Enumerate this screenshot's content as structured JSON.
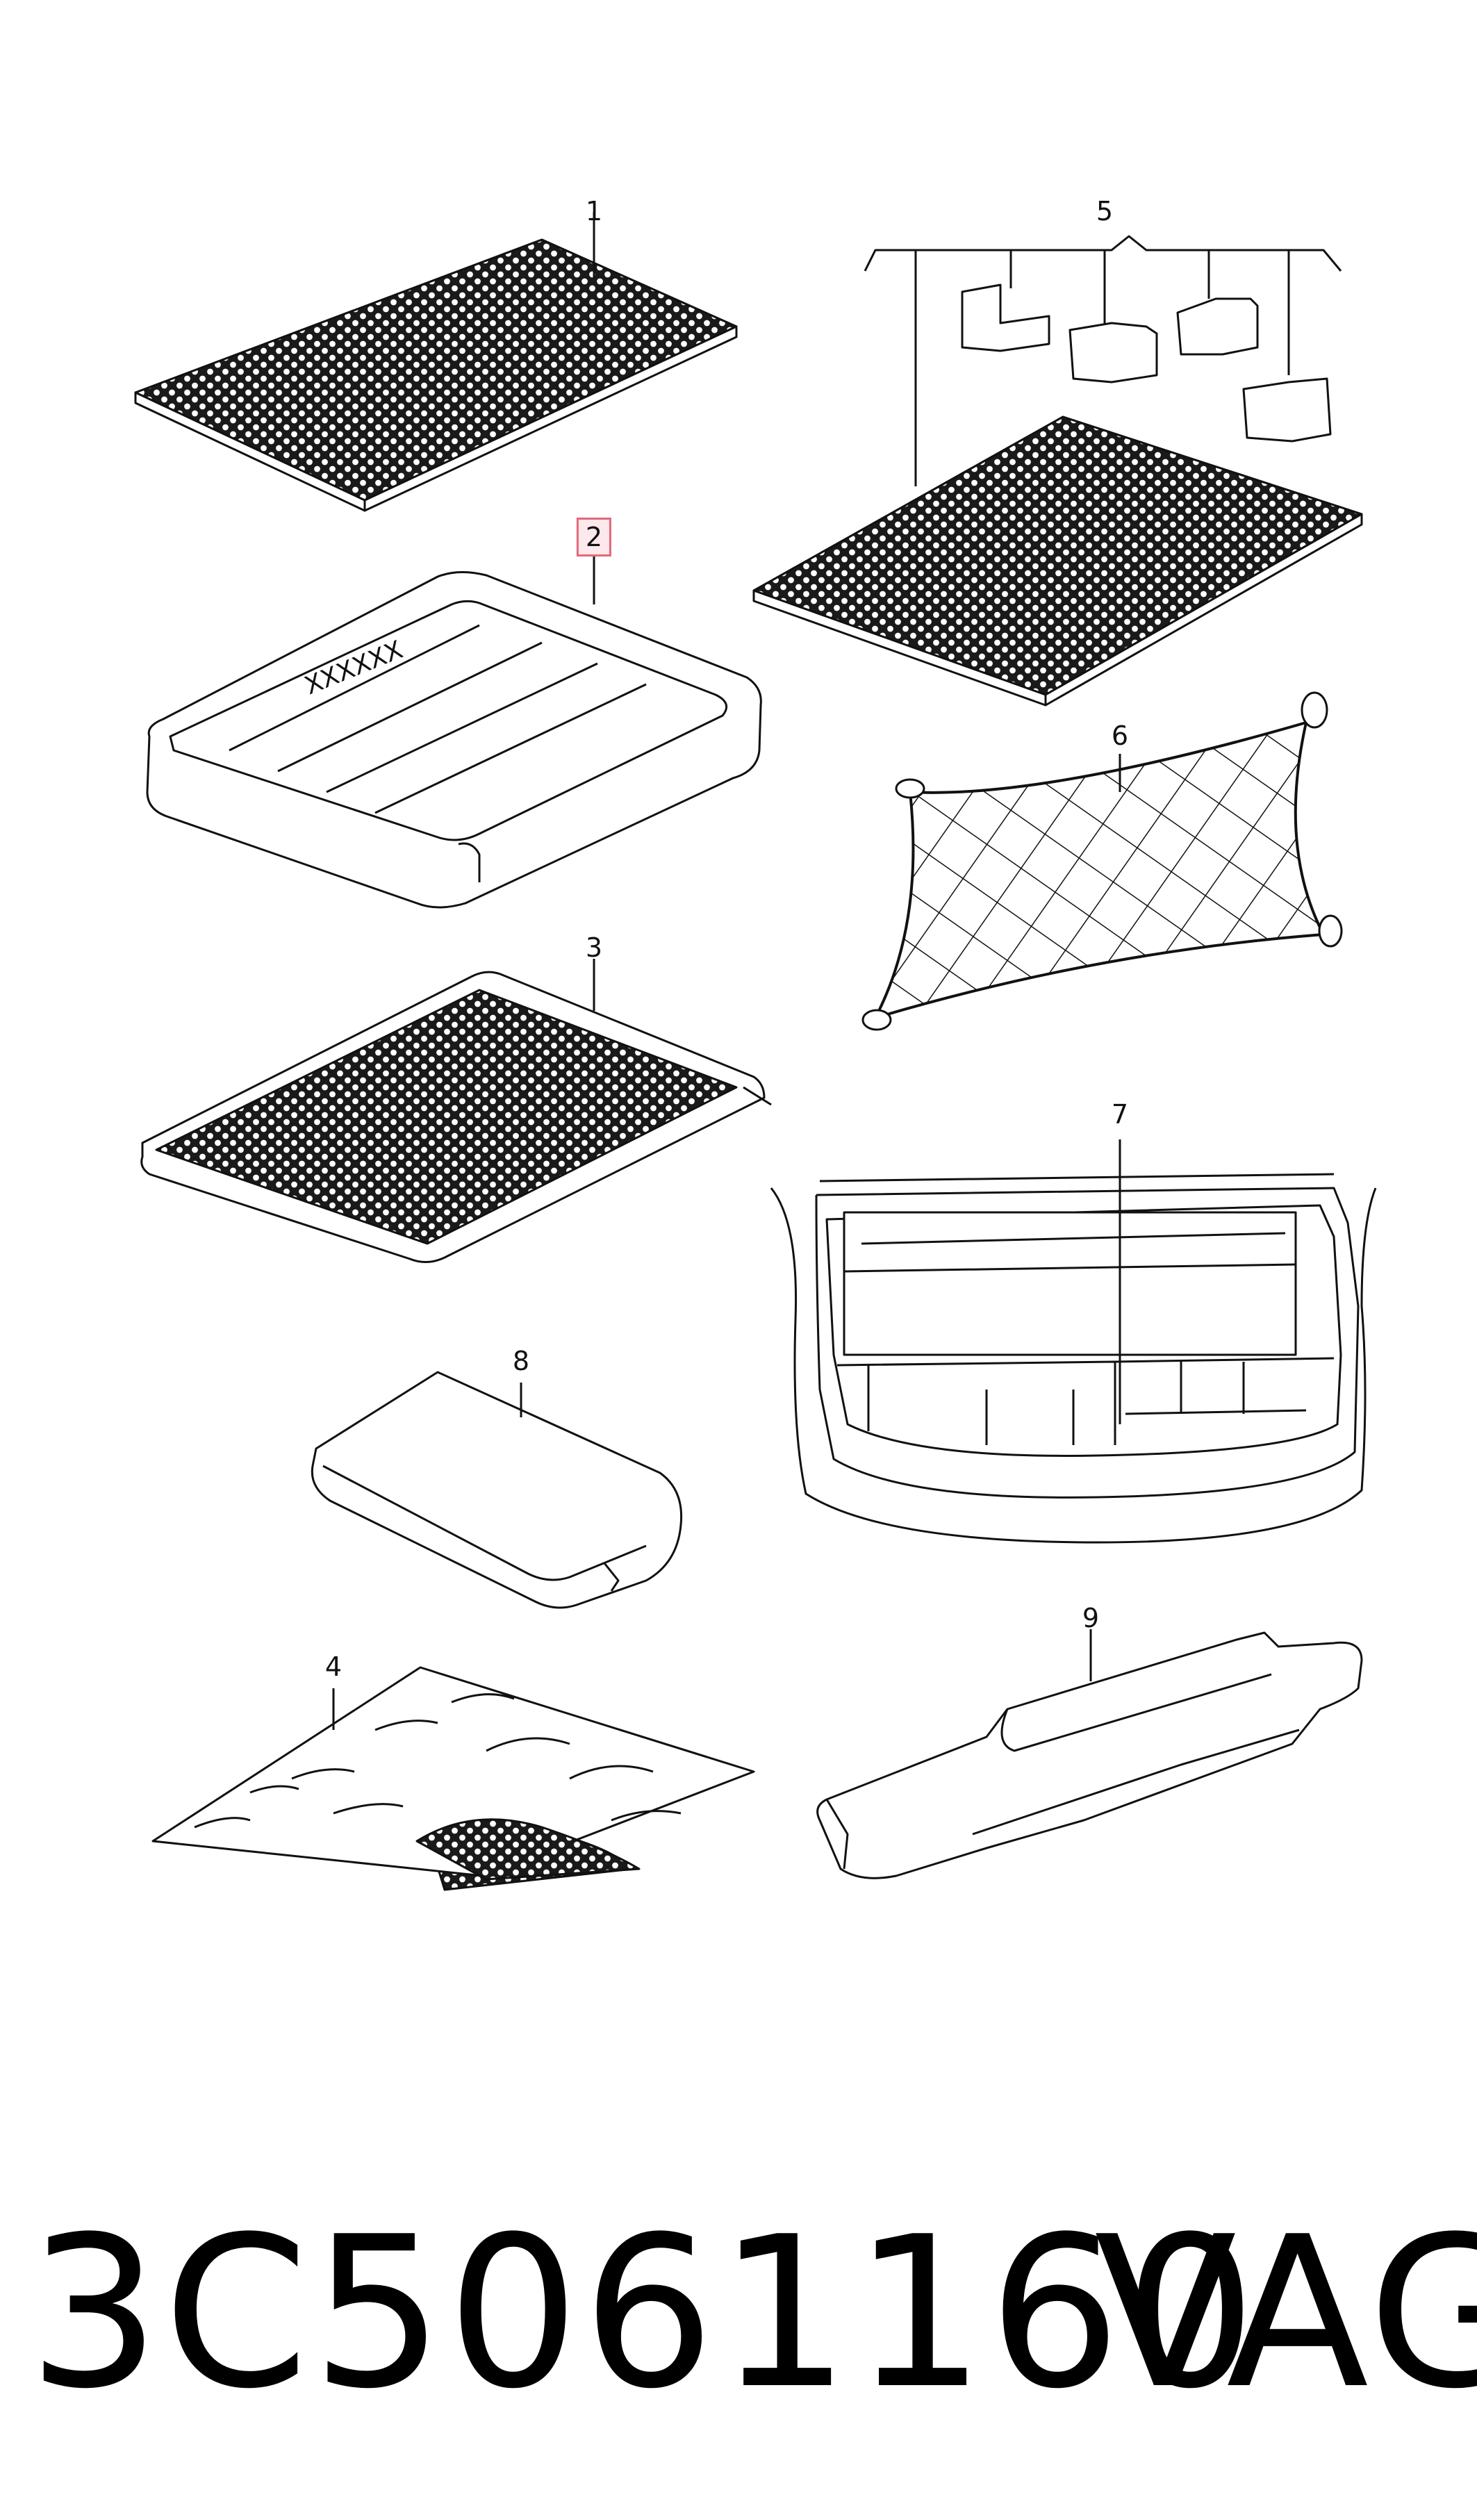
{
  "callouts": {
    "c1": "1",
    "c2": "2",
    "c3": "3",
    "c4": "4",
    "c5": "5",
    "c6": "6",
    "c7": "7",
    "c8": "8",
    "c9": "9"
  },
  "highlighted_callout": "2",
  "mat_marking": "XXXXXX",
  "footer": {
    "part_number": "3C5061160",
    "brand": "VAG"
  },
  "colors": {
    "highlight_border": "#e06a7a",
    "highlight_fill": "#fde8ec",
    "line": "#111111"
  }
}
